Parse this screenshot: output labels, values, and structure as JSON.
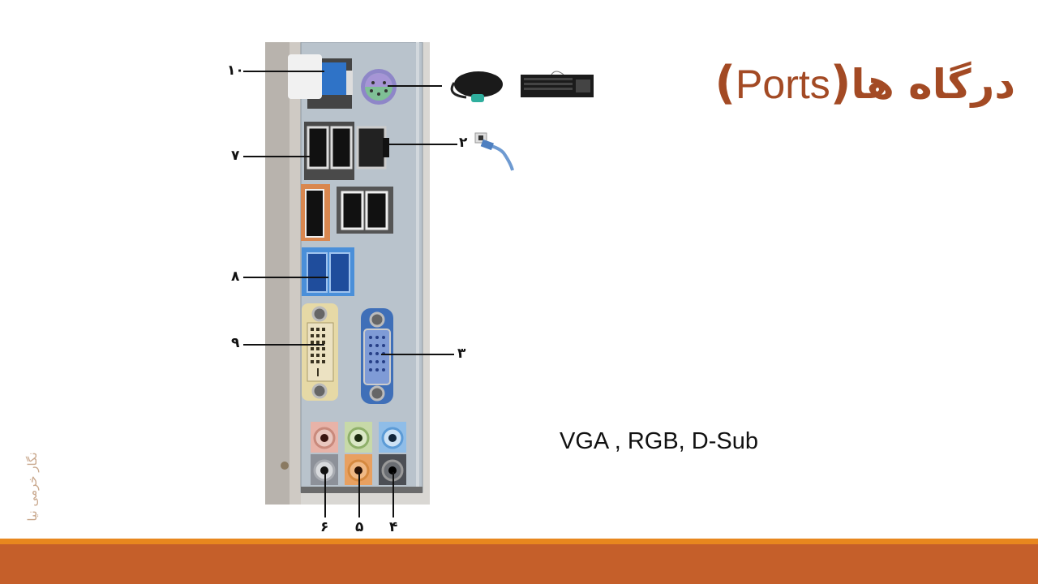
{
  "slide": {
    "title": {
      "persian": "درگاه ها",
      "open_paren": "(",
      "english": "Ports",
      "close_paren": ")"
    },
    "caption": "VGA , RGB, D-Sub",
    "author": "نگار خرمی نیا",
    "colors": {
      "title": "#a34a24",
      "footer_stripe": "#e8871e",
      "footer_band": "#c55f2a"
    }
  },
  "figure": {
    "description": "Motherboard rear I/O panel",
    "callouts": [
      {
        "id": "usb-top",
        "label": "۱۰"
      },
      {
        "id": "ethernet",
        "label": "۲"
      },
      {
        "id": "usb-pair",
        "label": "۷"
      },
      {
        "id": "usb3",
        "label": "۸"
      },
      {
        "id": "dvi",
        "label": "۹"
      },
      {
        "id": "vga",
        "label": "۳"
      },
      {
        "id": "audio-black",
        "label": "۴"
      },
      {
        "id": "audio-orange",
        "label": "۵"
      },
      {
        "id": "audio-gray",
        "label": "۶"
      }
    ],
    "peripherals": [
      "mouse",
      "keyboard",
      "ethernet-cable"
    ]
  }
}
